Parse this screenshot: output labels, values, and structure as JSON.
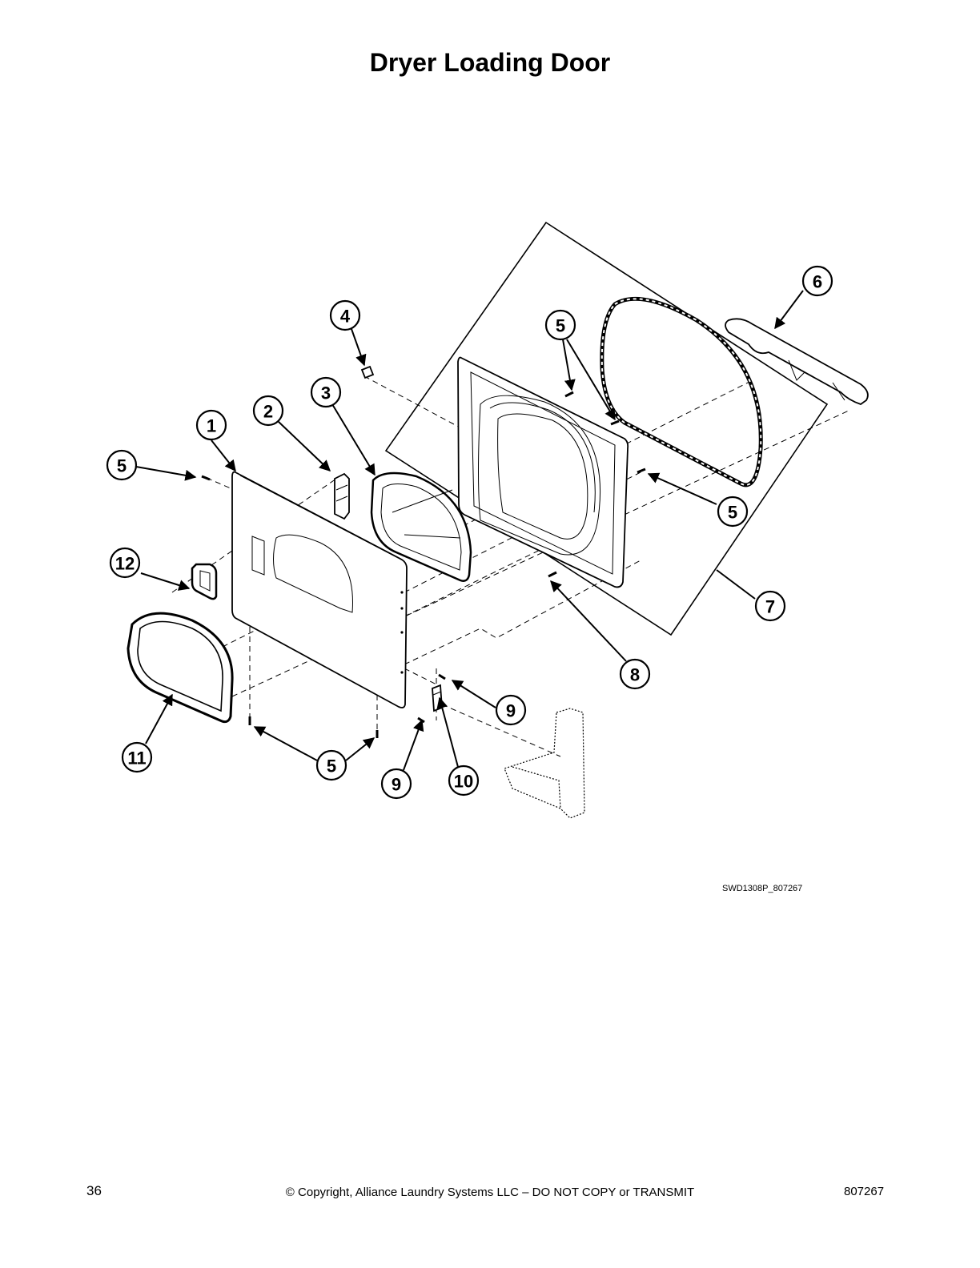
{
  "page": {
    "title": "Dryer Loading Door",
    "drawing_code": "SWD1308P_807267",
    "footer": {
      "page_number": "36",
      "copyright": "© Copyright, Alliance Laundry Systems LLC – DO NOT COPY or TRANSMIT",
      "doc_number": "807267"
    }
  },
  "diagram": {
    "callouts": [
      {
        "id": "c1",
        "label": "1"
      },
      {
        "id": "c2",
        "label": "2"
      },
      {
        "id": "c3",
        "label": "3"
      },
      {
        "id": "c4",
        "label": "4"
      },
      {
        "id": "c5a",
        "label": "5"
      },
      {
        "id": "c5b",
        "label": "5"
      },
      {
        "id": "c5c",
        "label": "5"
      },
      {
        "id": "c5d",
        "label": "5"
      },
      {
        "id": "c6",
        "label": "6"
      },
      {
        "id": "c7",
        "label": "7"
      },
      {
        "id": "c8",
        "label": "8"
      },
      {
        "id": "c9a",
        "label": "9"
      },
      {
        "id": "c9b",
        "label": "9"
      },
      {
        "id": "c10",
        "label": "10"
      },
      {
        "id": "c11",
        "label": "11"
      },
      {
        "id": "c12",
        "label": "12"
      }
    ]
  }
}
